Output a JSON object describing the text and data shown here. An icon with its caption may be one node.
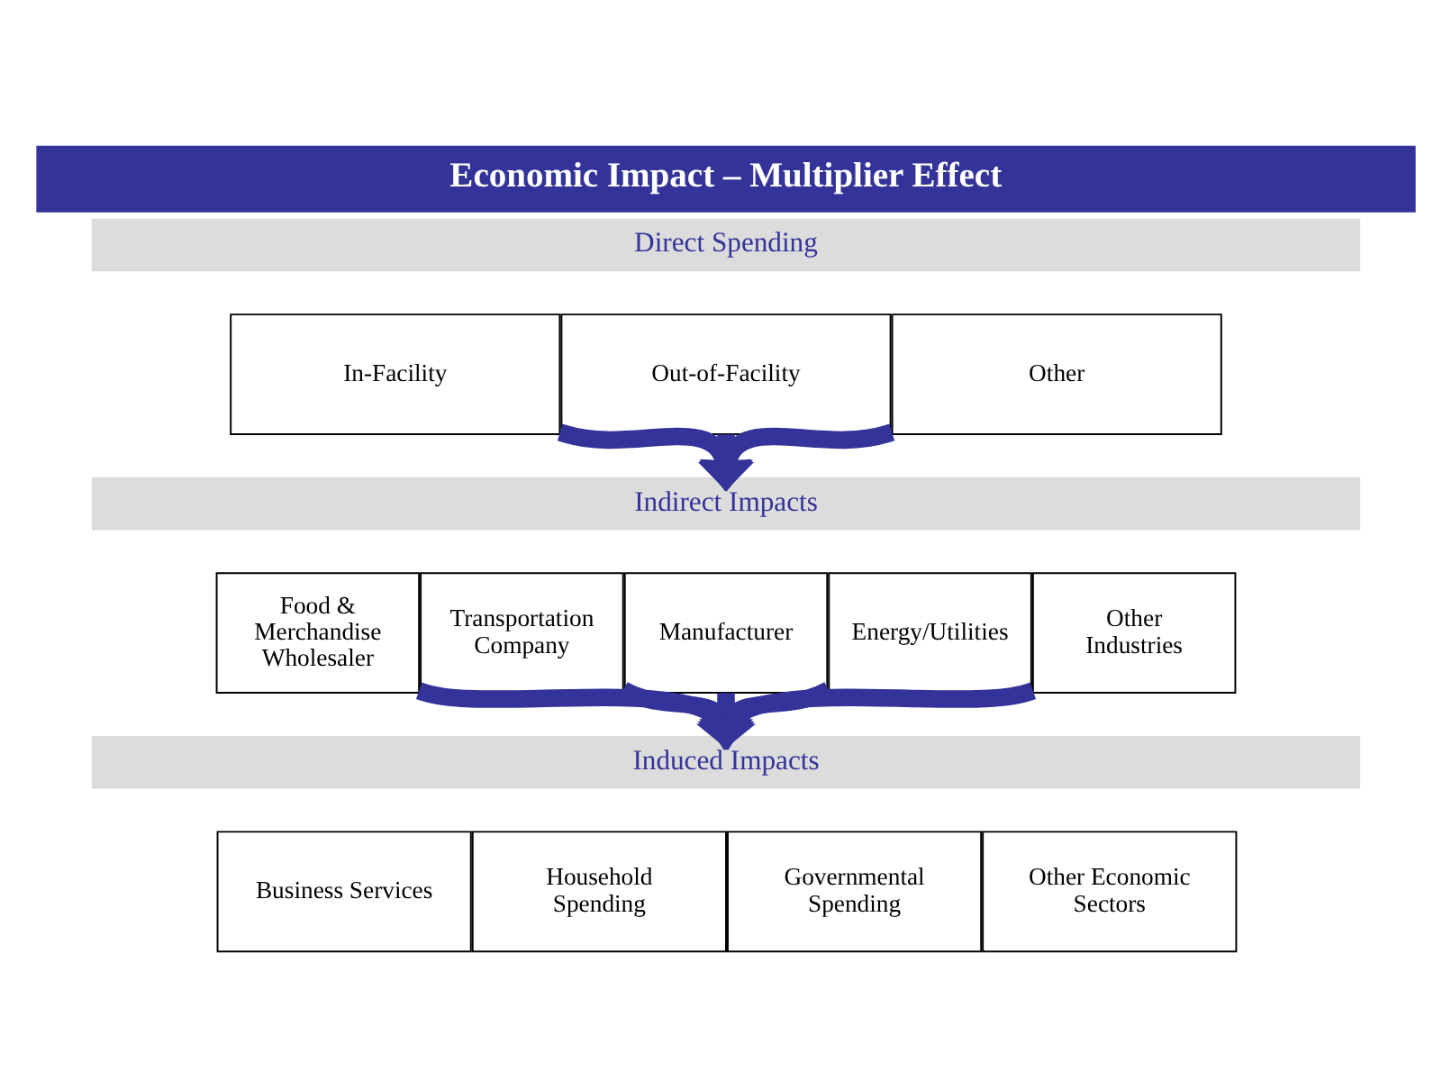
{
  "diagram": {
    "title": "Economic Impact – Multiplier Effect",
    "nodes": [
      {
        "text": [
          "Direct Spending"
        ]
      },
      {
        "text": [
          "In-Facility"
        ]
      },
      {
        "text": [
          "Out-of-Facility"
        ]
      },
      {
        "text": [
          "Other"
        ]
      },
      {
        "text": [
          "Indirect Impacts"
        ]
      },
      {
        "text": [
          "Food & Merchandise Wholesaler"
        ]
      },
      {
        "text": [
          "Transportation Company"
        ]
      },
      {
        "text": [
          "Manufacturer"
        ]
      },
      {
        "text": [
          "Energy/Utilities"
        ]
      },
      {
        "text": [
          "Other Industries"
        ]
      },
      {
        "text": [
          "Induced Impacts"
        ]
      },
      {
        "text": [
          "Business Services"
        ]
      },
      {
        "text": [
          "Household Spending"
        ]
      },
      {
        "text": [
          "Governmental Spending"
        ]
      },
      {
        "text": [
          "Other Economic Sectors"
        ]
      }
    ],
    "edges": [
      {
        "from": 1,
        "to": 4,
        "arrow": "to"
      },
      {
        "from": 2,
        "to": 4,
        "arrow": "to"
      },
      {
        "from": 3,
        "to": 4,
        "arrow": "to"
      },
      {
        "from": 5,
        "to": 10,
        "arrow": "to"
      },
      {
        "from": 6,
        "to": 10,
        "arrow": "to"
      },
      {
        "from": 7,
        "to": 10,
        "arrow": "to"
      },
      {
        "from": 8,
        "to": 10,
        "arrow": "to"
      },
      {
        "from": 9,
        "to": 10,
        "arrow": "to"
      }
    ]
  }
}
